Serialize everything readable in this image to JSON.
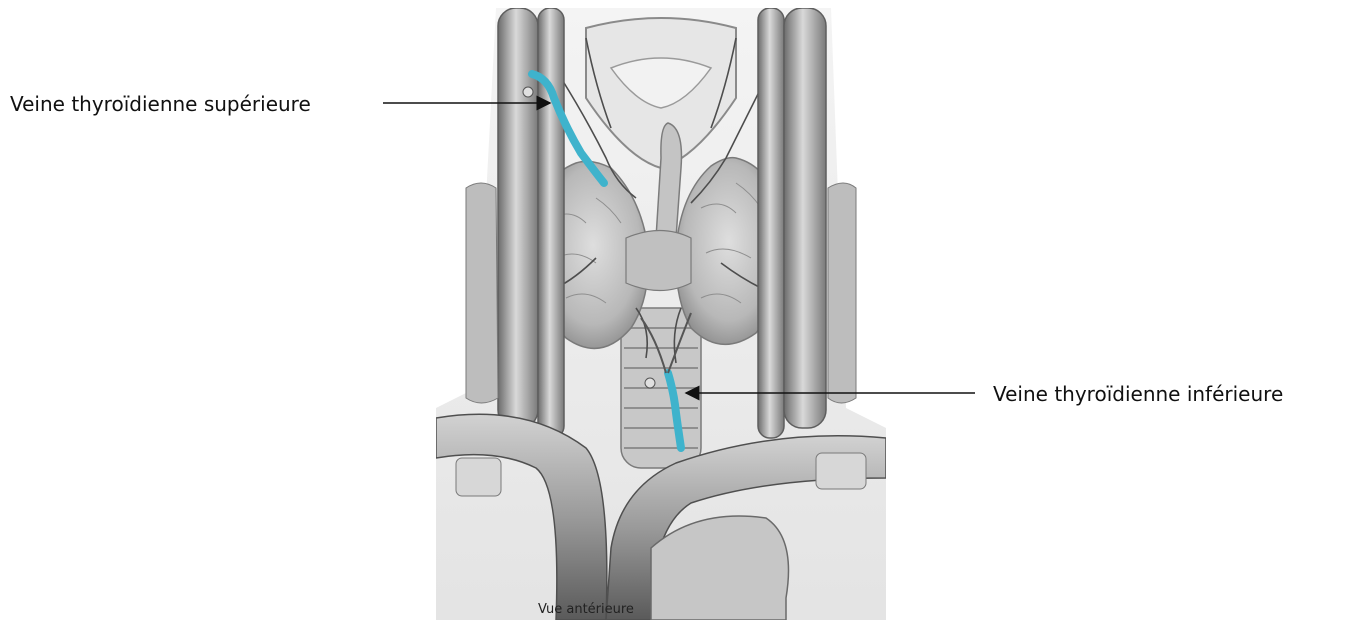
{
  "labels": {
    "superior_vein": "Veine thyroïdienne supérieure",
    "inferior_vein": "Veine thyroïdienne inférieure"
  },
  "caption": "Vue antérieure",
  "colors": {
    "highlight_vein": "#3fb3cc",
    "tissue_light": "#d6d6d6",
    "tissue_mid": "#a9a9a9",
    "tissue_dark": "#5e5e5e",
    "arrow": "#111111"
  }
}
